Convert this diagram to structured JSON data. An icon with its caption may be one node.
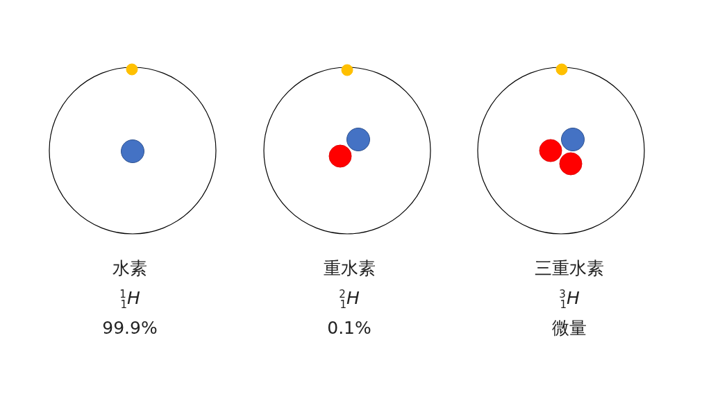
{
  "diagram": {
    "labels": [
      "水素",
      "重水素",
      "三重水素",
      "$^{1}$$_{1}$*H*",
      "$^{2}$$_{1}$*H*",
      "$^{3}$$_{1}$*H*",
      "99.9%",
      "0.1%",
      "微量"
    ]
  }
}
